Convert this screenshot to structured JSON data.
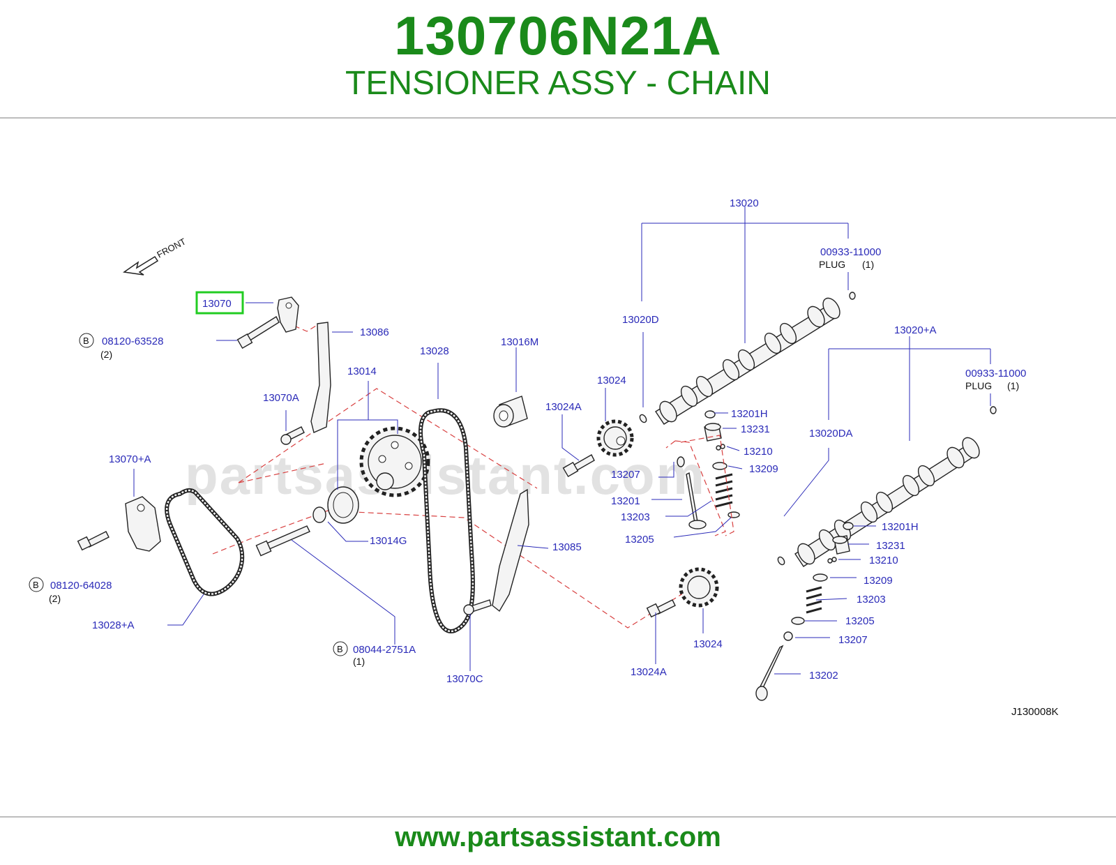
{
  "header": {
    "part_number": "130706N21A",
    "part_name": "TENSIONER ASSY - CHAIN"
  },
  "diagram": {
    "front_label": "FRONT",
    "watermark": "partsassistant.com",
    "ref_code": "J130008K",
    "highlighted_part": "13070",
    "labels": {
      "p13070": "13070",
      "p13086": "13086",
      "p13070A": "13070A",
      "p13014": "13014",
      "p13028": "13028",
      "p13016M": "13016M",
      "p13024A_top": "13024A",
      "p13024_top": "13024",
      "p13070pA": "13070+A",
      "p13014G": "13014G",
      "p13085": "13085",
      "p13028pA": "13028+A",
      "p13070C": "13070C",
      "p13024A_bot": "13024A",
      "p13024_bot": "13024",
      "p13020": "13020",
      "p13020D": "13020D",
      "p00933_1": "00933-11000",
      "p13020pA": "13020+A",
      "p00933_2": "00933-11000",
      "p13020DA": "13020DA",
      "p13201H_1": "13201H",
      "p13231_1": "13231",
      "p13210_1": "13210",
      "p13209_1": "13209",
      "p13207_1": "13207",
      "p13201": "13201",
      "p13203_1": "13203",
      "p13205_1": "13205",
      "p13201H_2": "13201H",
      "p13231_2": "13231",
      "p13210_2": "13210",
      "p13209_2": "13209",
      "p13203_2": "13203",
      "p13205_2": "13205",
      "p13207_2": "13207",
      "p13202": "13202"
    },
    "bolts": {
      "b1_code": "08120-63528",
      "b1_qty": "(2)",
      "b2_code": "08120-64028",
      "b2_qty": "(2)",
      "b3_code": "08044-2751A",
      "b3_qty": "(1)",
      "marker": "B"
    },
    "plugs": {
      "plug1_name": "PLUG",
      "plug1_qty": "(1)",
      "plug2_name": "PLUG",
      "plug2_qty": "(1)"
    }
  },
  "footer": {
    "url": "www.partsassistant.com"
  },
  "colors": {
    "brand_green": "#1a8a1a",
    "label_blue": "#2a2ab8",
    "highlight_green": "#22cc22"
  }
}
